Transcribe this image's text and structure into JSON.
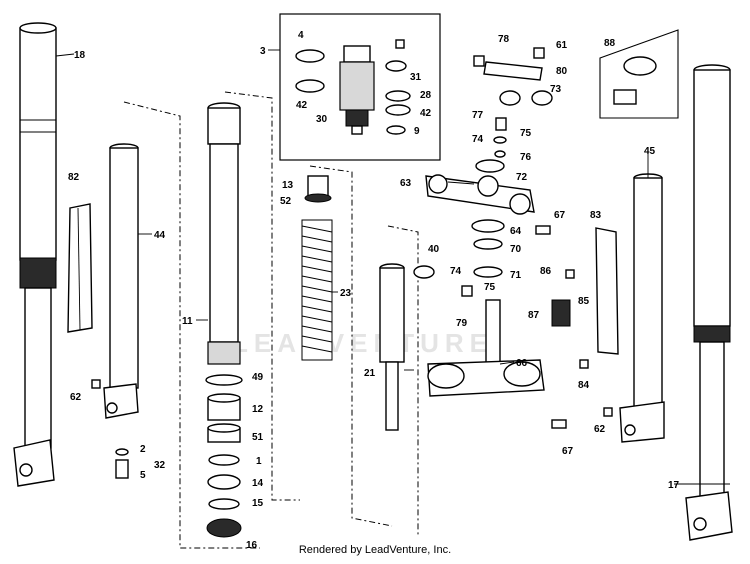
{
  "labels": {
    "l1": "1",
    "l2": "2",
    "l3": "3",
    "l4": "4",
    "l5": "5",
    "l9": "9",
    "l11": "11",
    "l12": "12",
    "l13": "13",
    "l14": "14",
    "l15": "15",
    "l16": "16",
    "l17": "17",
    "l18": "18",
    "l21": "21",
    "l23": "23",
    "l28": "28",
    "l30": "30",
    "l31": "31",
    "l32": "32",
    "l40": "40",
    "l42a": "42",
    "l42b": "42",
    "l44": "44",
    "l45": "45",
    "l49": "49",
    "l51": "51",
    "l52": "52",
    "l61": "61",
    "l62a": "62",
    "l62b": "62",
    "l63": "63",
    "l64": "64",
    "l66": "66",
    "l67a": "67",
    "l67b": "67",
    "l70": "70",
    "l71": "71",
    "l72": "72",
    "l73": "73",
    "l74a": "74",
    "l74b": "74",
    "l75a": "75",
    "l75b": "75",
    "l76": "76",
    "l77": "77",
    "l78": "78",
    "l79": "79",
    "l80": "80",
    "l82": "82",
    "l83": "83",
    "l84": "84",
    "l85": "85",
    "l86": "86",
    "l87": "87",
    "l88": "88"
  },
  "watermark": "LEADVENTURE",
  "footer": "Rendered by LeadVenture, Inc."
}
